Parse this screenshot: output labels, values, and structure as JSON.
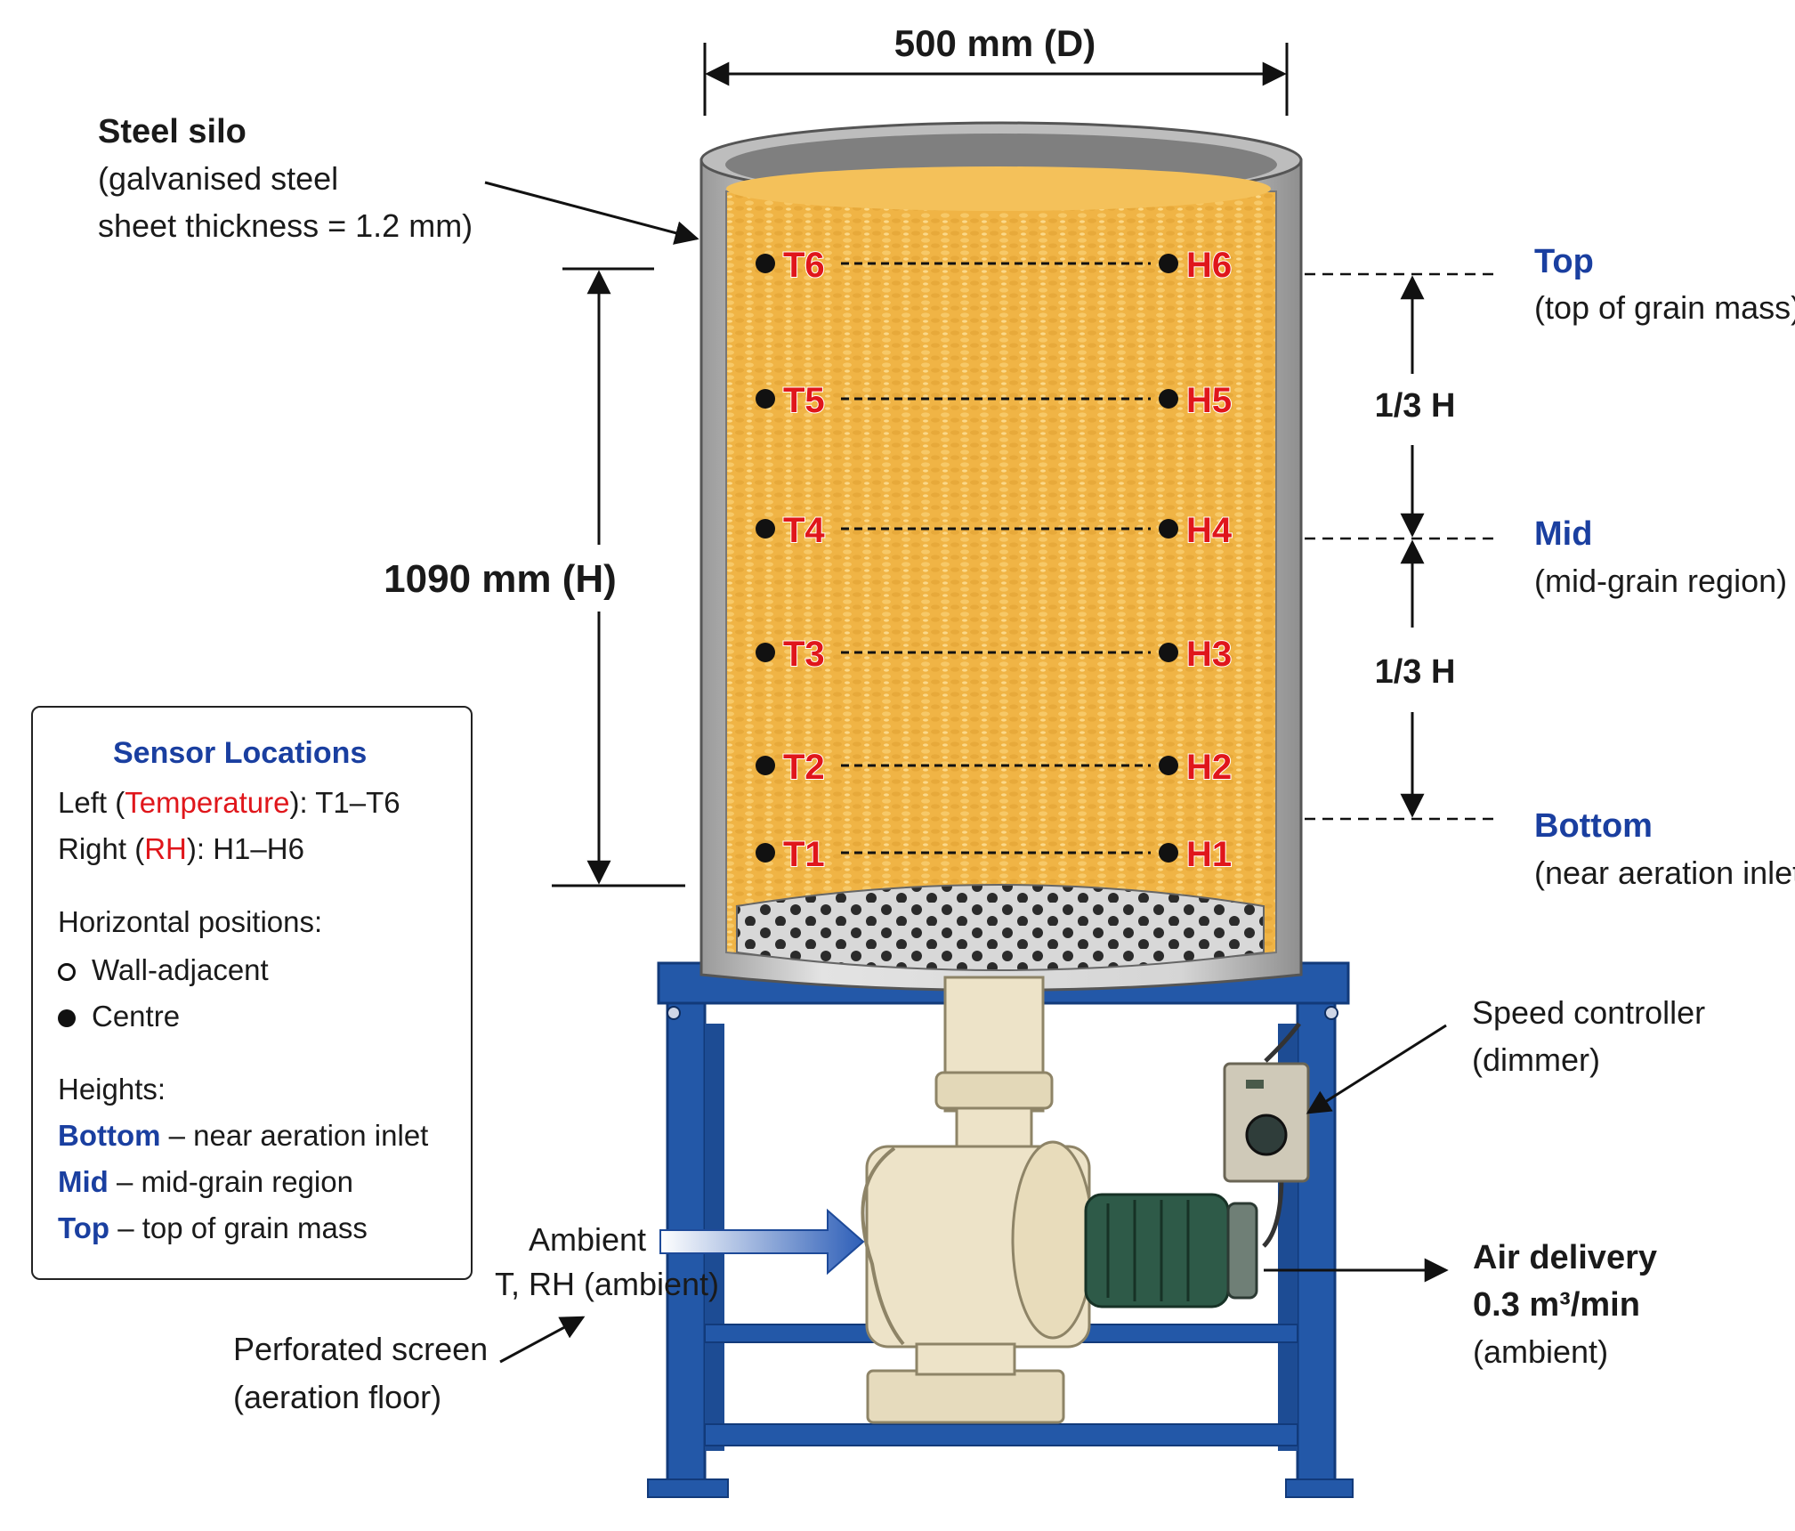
{
  "dimensions": {
    "diameter": "500 mm (D)",
    "height": "1090 mm (H)",
    "third_upper": "1/3 H",
    "third_lower": "1/3 H"
  },
  "silo": {
    "title": "Steel silo",
    "line1": "(galvanised steel",
    "line2": "sheet thickness = 1.2 mm)"
  },
  "sensors": {
    "temperature": [
      "T6",
      "T5",
      "T4",
      "T3",
      "T2",
      "T1"
    ],
    "humidity": [
      "H6",
      "H5",
      "H4",
      "H3",
      "H2",
      "H1"
    ]
  },
  "levels": {
    "top": {
      "name": "Top",
      "desc": "(top of grain mass)"
    },
    "mid": {
      "name": "Mid",
      "desc": "(mid-grain region)"
    },
    "bottom": {
      "name": "Bottom",
      "desc": "(near aeration inlet)"
    }
  },
  "legend": {
    "title": "Sensor Locations",
    "left_prefix": "Left (",
    "left_word": "Temperature",
    "left_suffix": "): T1–T6",
    "right_prefix": "Right (",
    "right_word": "RH",
    "right_suffix": "): H1–H6",
    "horizontal_title": "Horizontal positions:",
    "wall": "Wall-adjacent",
    "centre": "Centre",
    "heights_title": "Heights:",
    "bottom_word": "Bottom",
    "bottom_desc": " – near aeration inlet",
    "mid_word": "Mid",
    "mid_desc": " – mid-grain region",
    "top_word": "Top",
    "top_desc": " – top of grain mass"
  },
  "controller": {
    "line1": "Speed controller",
    "line2": "(dimmer)"
  },
  "ambient": {
    "line1": "Ambient",
    "line2": "T, RH (ambient)"
  },
  "air_delivery": {
    "line1": "Air delivery",
    "line2": "0.3 m³/min",
    "line3": "(ambient)"
  },
  "screen": {
    "line1": "Perforated screen",
    "line2": "(aeration floor)"
  },
  "colors": {
    "grain": "#f0b445",
    "steel": "#c9c9c9",
    "frame": "#2358a8",
    "blower": "#ede3c8",
    "motor": "#2e5a48",
    "label_blue": "#1a3fa0",
    "label_red": "#e0161b"
  }
}
